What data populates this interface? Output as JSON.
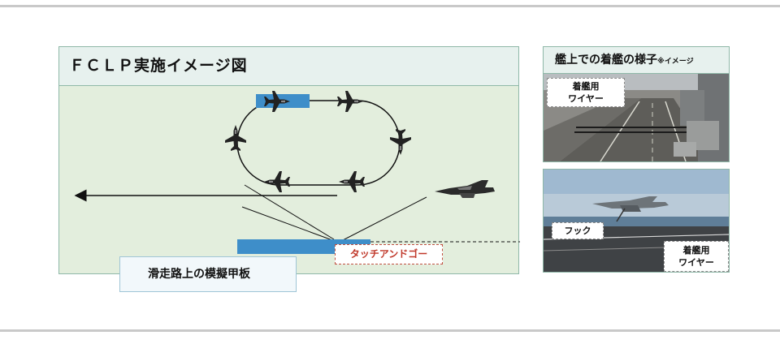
{
  "diagram": {
    "title": "ＦＣＬＰ実施イメージ図",
    "touch_and_go_label": "タッチアンドゴー",
    "mock_deck_label": "滑走路上の模擬甲板"
  },
  "photo_landing": {
    "title": "艦上での着艦の様子",
    "title_note": "※イメージ",
    "wire_label_line1": "着艦用",
    "wire_label_line2": "ワイヤー"
  },
  "photo_hook": {
    "hook_label": "フック",
    "wire_label_line1": "着艦用",
    "wire_label_line2": "ワイヤー"
  },
  "colors": {
    "panel_bg": "#e3eedd",
    "deck_blue": "#3e8ec9",
    "touch_text": "#c0392b"
  }
}
